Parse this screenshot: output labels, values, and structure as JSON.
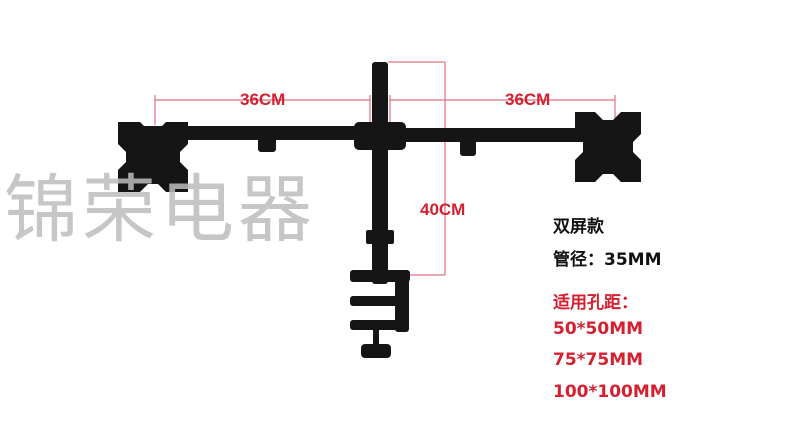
{
  "watermark": "锦荣电器",
  "dimensions": {
    "left_arm": "36CM",
    "right_arm": "36CM",
    "pole_height": "40CM"
  },
  "specs": {
    "type": "双屏款",
    "tube": "管径：35MM",
    "vesa_title": "适用孔距：",
    "vesa_sizes": [
      "50*50MM",
      "75*75MM",
      "100*100MM"
    ]
  },
  "colors": {
    "accent": "#d42030",
    "product": "#151515"
  }
}
